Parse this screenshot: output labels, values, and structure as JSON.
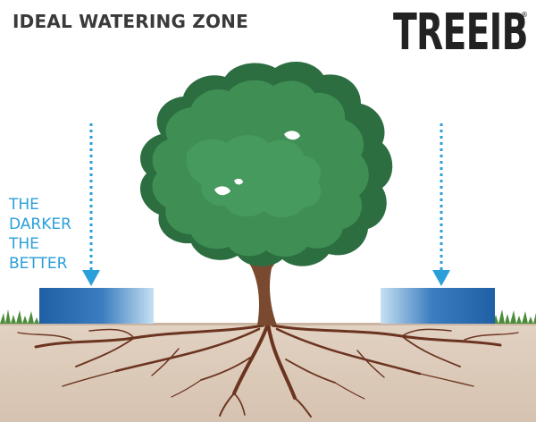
{
  "heading": "IDEAL WATERING ZONE",
  "brand": {
    "name": "TREEIB",
    "mark": "®"
  },
  "callout": {
    "line1": "THE",
    "line2": "DARKER",
    "line3": "THE",
    "line4": "BETTER"
  },
  "colors": {
    "heading_text": "#3a3a3a",
    "callout_text": "#2a9fd9",
    "water_dark": "#1f5fa5",
    "water_light": "#b8d8ee",
    "arrow": "#2a9fd9",
    "foliage": "#3f8f55",
    "foliage_dark": "#2c6e40",
    "trunk": "#7a4a30",
    "roots": "#6b3420",
    "soil": "#d9c7b6",
    "grass": "#4d8c3a"
  },
  "icons": {
    "tree": "tree-icon",
    "arrow": "arrow-down-icon",
    "water": "water-zone-icon"
  }
}
